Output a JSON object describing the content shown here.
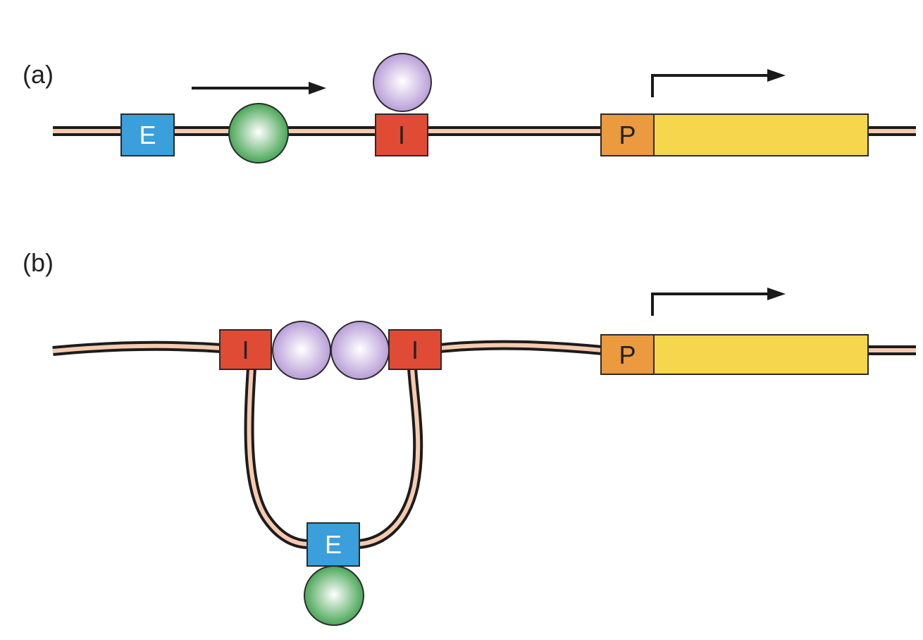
{
  "panel_a": {
    "label": "(a)",
    "enhancer_label": "E",
    "insulator_label": "I",
    "promoter_label": "P"
  },
  "panel_b": {
    "label": "(b)",
    "insulator_left_label": "I",
    "insulator_right_label": "I",
    "enhancer_label": "E",
    "promoter_label": "P"
  },
  "colors": {
    "enhancer": "#3a9fda",
    "insulator": "#e04b36",
    "promoter": "#eb9a3f",
    "gene": "#f6d64d",
    "activator_protein": "#49a656",
    "insulator_protein": "#b99ed8",
    "dna_strand": "#f6caae",
    "dna_outline": "#1c1c1c"
  }
}
